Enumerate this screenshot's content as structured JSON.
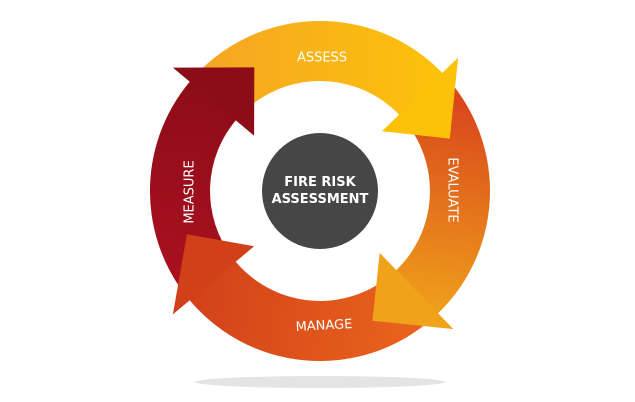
{
  "center": {
    "line1": "FIRE RISK",
    "line2": "ASSESSMENT",
    "color": "#464646"
  },
  "stages": [
    {
      "label": "ASSESS",
      "color_start": "#f5a623",
      "color_end": "#fcc20a"
    },
    {
      "label": "EVALUATE",
      "color_start": "#d9481c",
      "color_end": "#f0a21b"
    },
    {
      "label": "MANAGE",
      "color_start": "#e8621c",
      "color_end": "#d2401a"
    },
    {
      "label": "MEASURE",
      "color_start": "#a8101f",
      "color_end": "#8c0c18"
    }
  ]
}
